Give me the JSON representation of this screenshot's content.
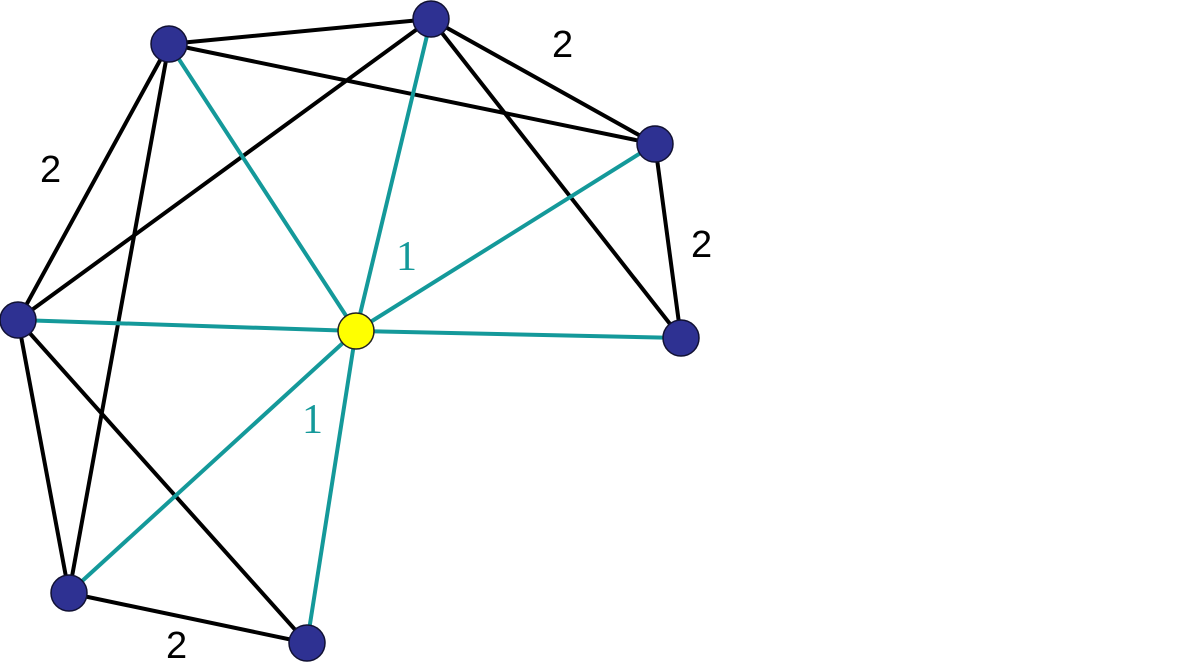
{
  "colors": {
    "black_edge": "#000000",
    "weight_one_edge": "#14999a",
    "outer_node": "#2e3192",
    "center_node": "#ffff00",
    "background": "#ffffff"
  },
  "labels": {
    "top_right": "2",
    "left": "2",
    "right": "2",
    "bottom": "2",
    "center_upper": "1",
    "center_lower": "1"
  }
}
